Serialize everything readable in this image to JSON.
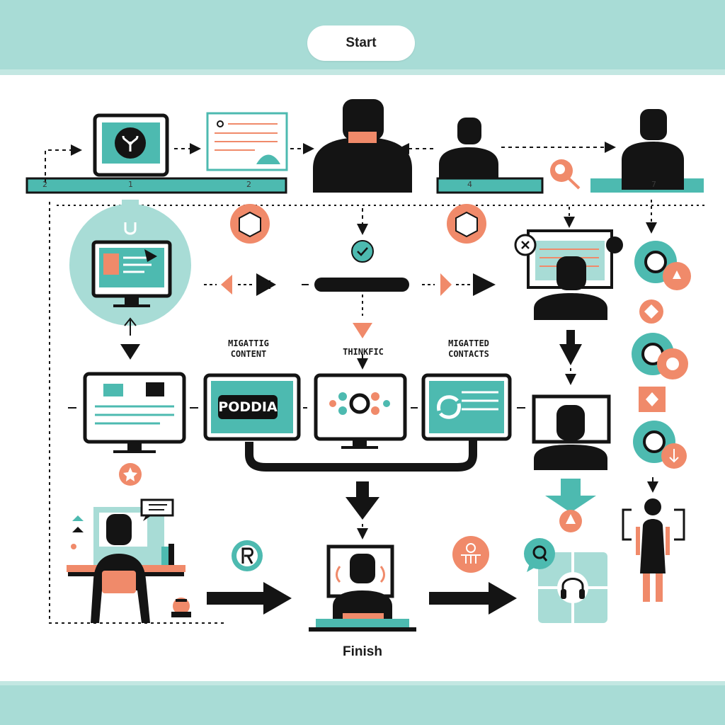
{
  "flow": {
    "start_label": "Start",
    "finish_label": "Finish"
  },
  "captions": {
    "migrating_content": [
      "MIGATTIG",
      "CONTENT"
    ],
    "thinkific": "THINKFIC",
    "migrated_contacts": [
      "MIGATTED",
      "CONTACTS"
    ]
  },
  "platform_label": "PODDIA",
  "step_numbers": [
    "2",
    "1",
    "2",
    "4",
    "7"
  ],
  "palette": {
    "teal": "#4dbab0",
    "light_teal": "#a8dcd6",
    "coral": "#f08a6a",
    "black": "#141414"
  },
  "icons": [
    "monitor-plant-icon",
    "document-icon",
    "person-icon",
    "search-icon",
    "box-icon",
    "check-icon",
    "gear-icon",
    "star-icon",
    "headphones-icon",
    "chat-bubble-icon",
    "desk-worker-icon",
    "arrow-right-icon",
    "arrow-down-icon"
  ]
}
